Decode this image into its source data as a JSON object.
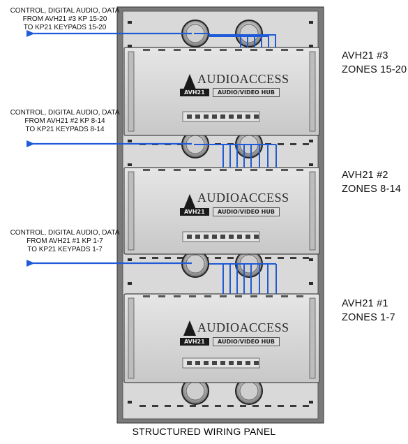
{
  "panel_title": "STRUCTURED WIRING PANEL",
  "colors": {
    "connection_blue": "#1f5bd8",
    "panel_gray": "#d6d6d6",
    "module_gray": "#cfcfcf"
  },
  "hubs": [
    {
      "brand": "AUDIOACCESS",
      "model_badge": "AVH21",
      "desc_badge": "AUDIO/VIDEO HUB",
      "label_line1": "AVH21 #3",
      "label_line2": "ZONES 15-20",
      "connection": [
        "CONTROL, DIGITAL AUDIO, DATA",
        "FROM AVH21 #3 KP 15-20",
        "TO KP21 KEYPADS 15-20"
      ]
    },
    {
      "brand": "AUDIOACCESS",
      "model_badge": "AVH21",
      "desc_badge": "AUDIO/VIDEO HUB",
      "label_line1": "AVH21 #2",
      "label_line2": "ZONES 8-14",
      "connection": [
        "CONTROL, DIGITAL AUDIO, DATA",
        "FROM AVH21 #2 KP 8-14",
        "TO KP21 KEYPADS 8-14"
      ]
    },
    {
      "brand": "AUDIOACCESS",
      "model_badge": "AVH21",
      "desc_badge": "AUDIO/VIDEO HUB",
      "label_line1": "AVH21 #1",
      "label_line2": "ZONES 1-7",
      "connection": [
        "CONTROL, DIGITAL AUDIO, DATA",
        "FROM AVH21 #1 KP 1-7",
        "TO KP21 KEYPADS 1-7"
      ]
    }
  ]
}
